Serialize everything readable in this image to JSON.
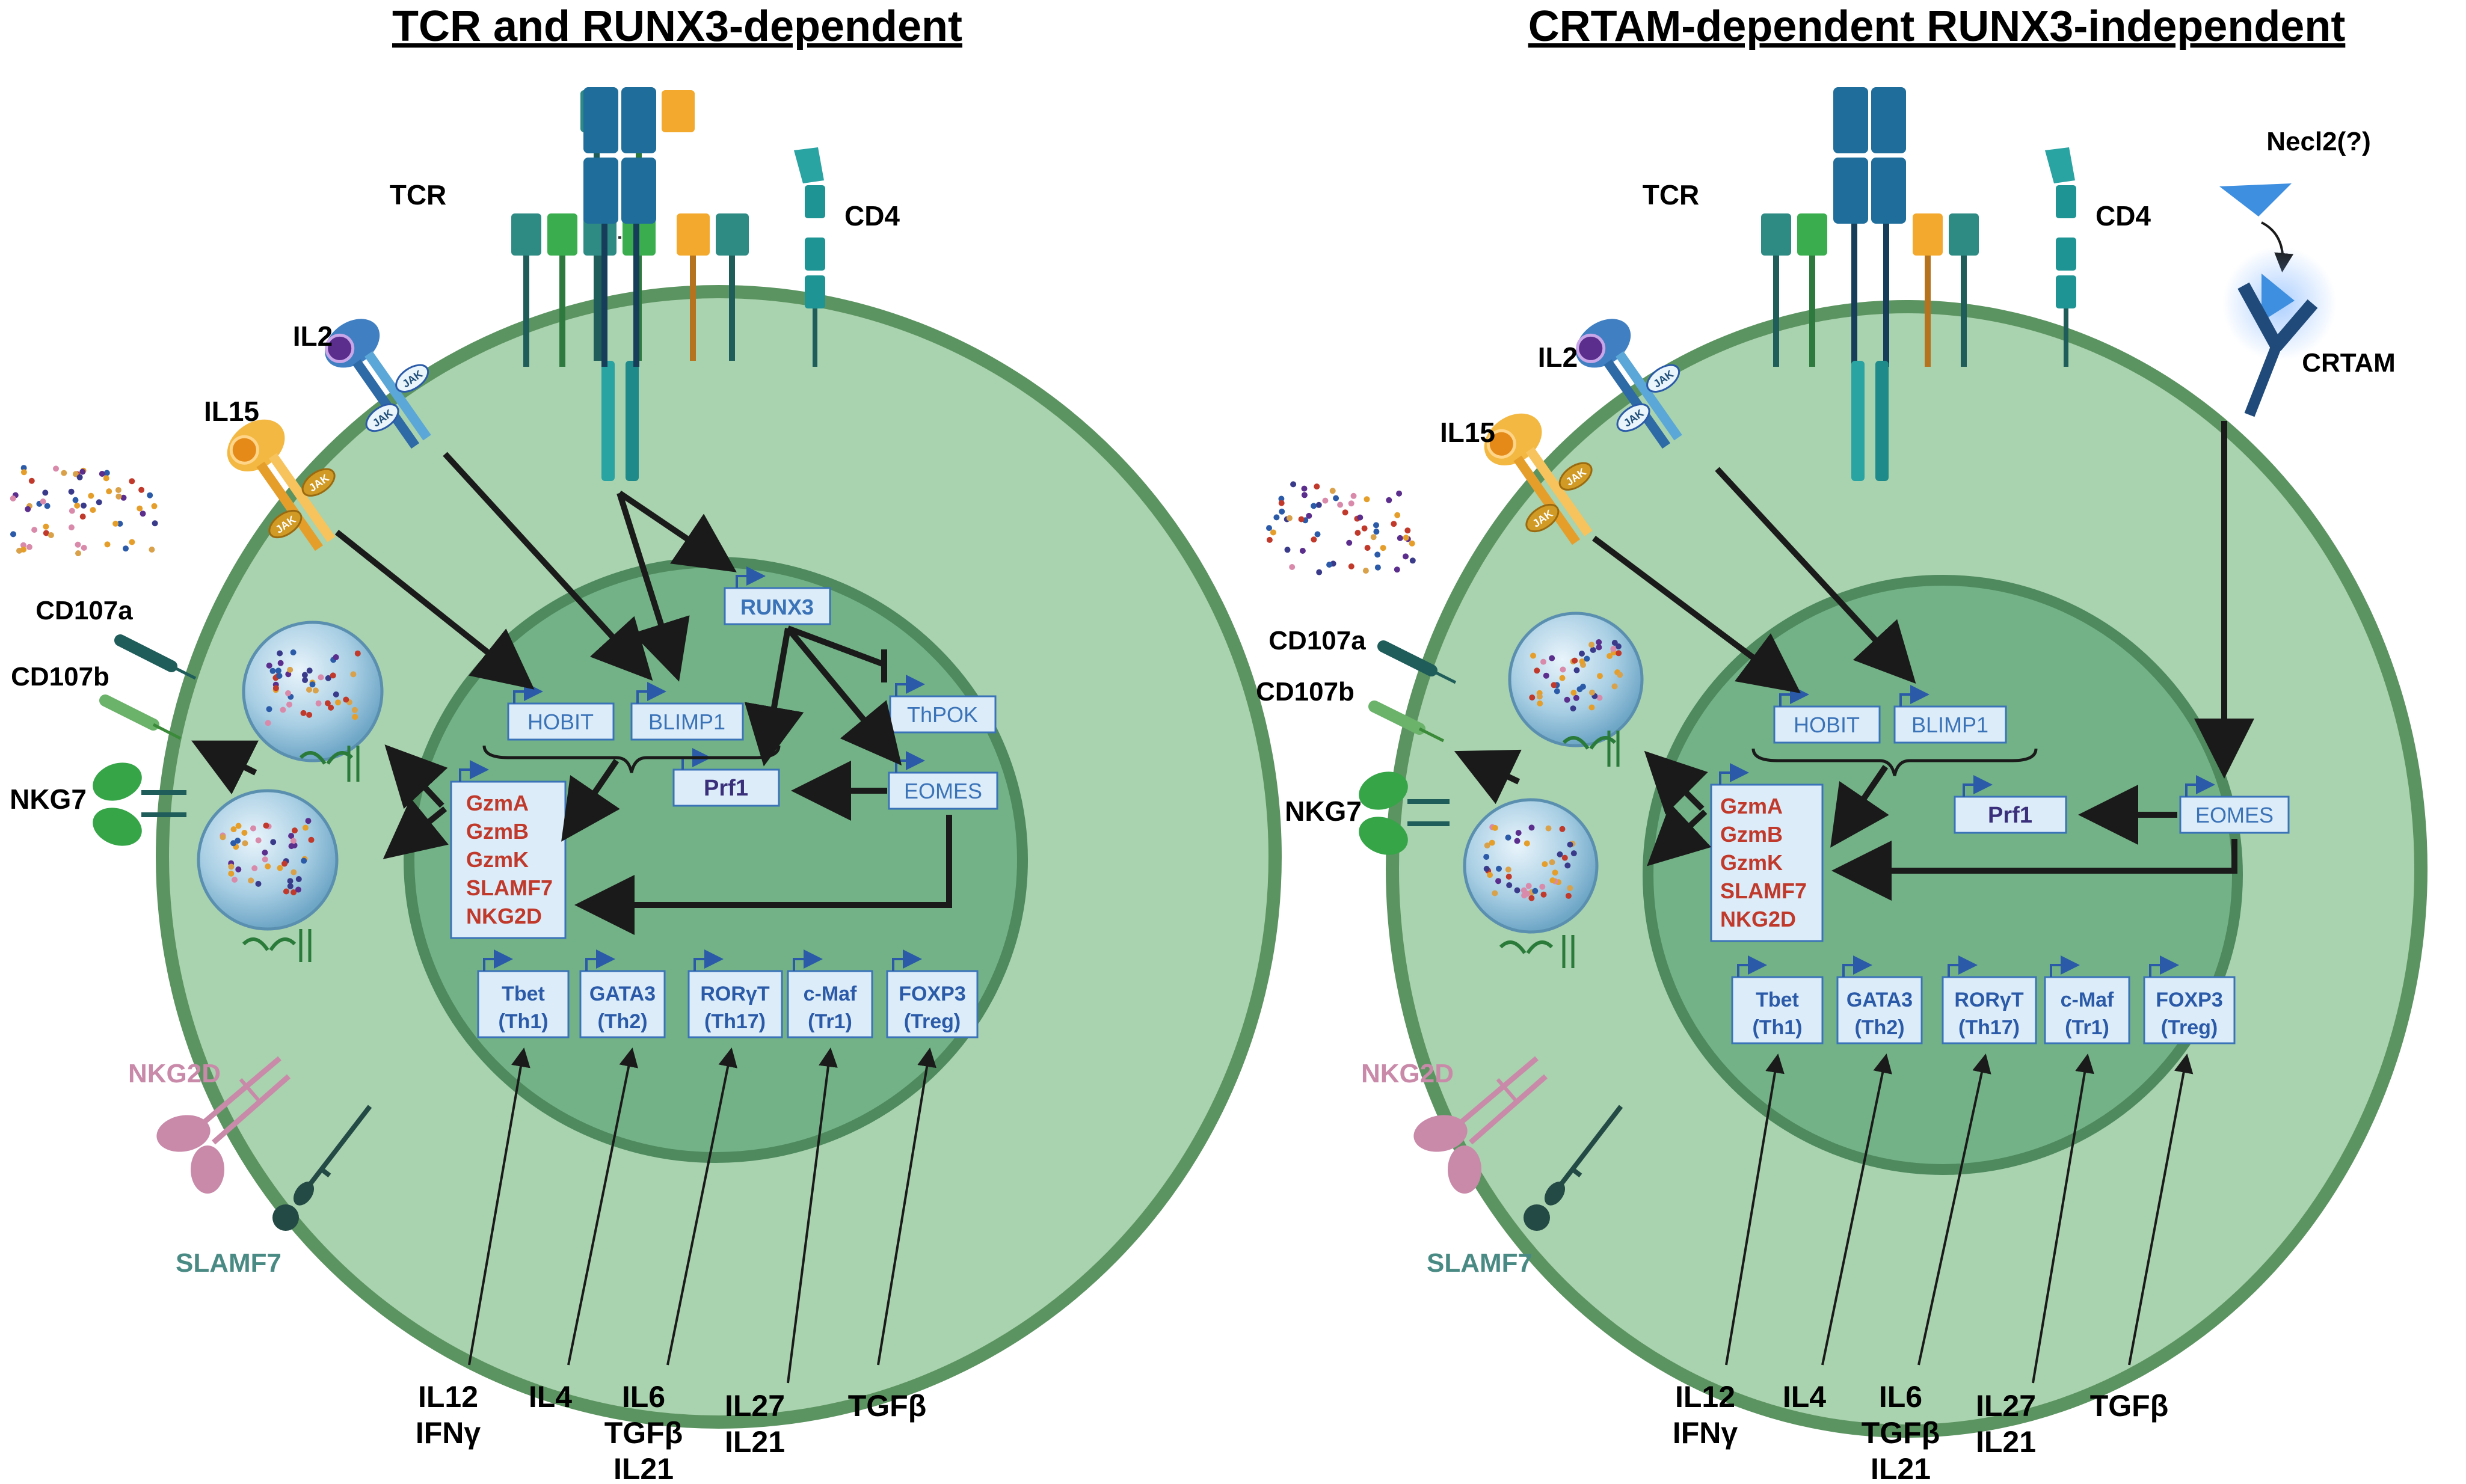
{
  "panels": [
    {
      "title": "TCR and RUNX3-dependent",
      "surface": {
        "tcr": "TCR",
        "cd4": "CD4",
        "il2": "IL2",
        "il15": "IL15",
        "jak1": "JAK",
        "jak2": "JAK",
        "jak3": "JAK",
        "jak4": "JAK",
        "cd107a": "CD107a",
        "cd107b": "CD107b",
        "nkg7": "NKG7",
        "nkg2d": "NKG2D",
        "slamf7": "SLAMF7"
      },
      "genes": {
        "runx3": "RUNX3",
        "hobit": "HOBIT",
        "blimp1": "BLIMP1",
        "thpok": "ThPOK",
        "prf1": "Prf1",
        "eomes": "EOMES"
      },
      "effectors": [
        "GzmA",
        "GzmB",
        "GzmK",
        "SLAMF7",
        "NKG2D"
      ],
      "tfs": [
        {
          "name": "Tbet",
          "sub": "(Th1)"
        },
        {
          "name": "GATA3",
          "sub": "(Th2)"
        },
        {
          "name": "RORγT",
          "sub": "(Th17)"
        },
        {
          "name": "c-Maf",
          "sub": "(Tr1)"
        },
        {
          "name": "FOXP3",
          "sub": "(Treg)"
        }
      ],
      "cytokines": [
        {
          "l1": "IL12",
          "l2": "IFNγ",
          "l3": ""
        },
        {
          "l1": "IL4",
          "l2": "",
          "l3": ""
        },
        {
          "l1": "IL6",
          "l2": "TGFβ",
          "l3": "IL21"
        },
        {
          "l1": "IL27",
          "l2": "IL21",
          "l3": ""
        },
        {
          "l1": "TGFβ",
          "l2": "",
          "l3": ""
        }
      ]
    },
    {
      "title": "CRTAM-dependent RUNX3-independent",
      "surface": {
        "tcr": "TCR",
        "cd4": "CD4",
        "il2": "IL2",
        "il15": "IL15",
        "jak1": "JAK",
        "jak2": "JAK",
        "jak3": "JAK",
        "jak4": "JAK",
        "cd107a": "CD107a",
        "cd107b": "CD107b",
        "nkg7": "NKG7",
        "nkg2d": "NKG2D",
        "slamf7": "SLAMF7",
        "necl2": "Necl2(?)",
        "crtam": "CRTAM"
      },
      "genes": {
        "hobit": "HOBIT",
        "blimp1": "BLIMP1",
        "prf1": "Prf1",
        "eomes": "EOMES"
      },
      "effectors": [
        "GzmA",
        "GzmB",
        "GzmK",
        "SLAMF7",
        "NKG2D"
      ],
      "tfs": [
        {
          "name": "Tbet",
          "sub": "(Th1)"
        },
        {
          "name": "GATA3",
          "sub": "(Th2)"
        },
        {
          "name": "RORγT",
          "sub": "(Th17)"
        },
        {
          "name": "c-Maf",
          "sub": "(Tr1)"
        },
        {
          "name": "FOXP3",
          "sub": "(Treg)"
        }
      ],
      "cytokines": [
        {
          "l1": "IL12",
          "l2": "IFNγ",
          "l3": ""
        },
        {
          "l1": "IL4",
          "l2": "",
          "l3": ""
        },
        {
          "l1": "IL6",
          "l2": "TGFβ",
          "l3": "IL21"
        },
        {
          "l1": "IL27",
          "l2": "IL21",
          "l3": ""
        },
        {
          "l1": "TGFβ",
          "l2": "",
          "l3": ""
        }
      ]
    }
  ],
  "colors": {
    "cell_fill": "#a9d2ae",
    "cell_border": "#5c9461",
    "nucleus_fill": "#72b286",
    "nucleus_border": "#4e8a5e",
    "gene_box": "#dcecf8",
    "gene_text": "#3b73b8",
    "effector_text": "#c0392b",
    "prf1_text": "#3a2f7a",
    "tcr_blue": "#1f6d9a",
    "teal": "#2e8b84",
    "green": "#3aae4f",
    "orange": "#f3a92d",
    "nkg2d": "#c98aaa",
    "slamf7": "#4a8a84",
    "arrow": "#1a1a1a"
  }
}
